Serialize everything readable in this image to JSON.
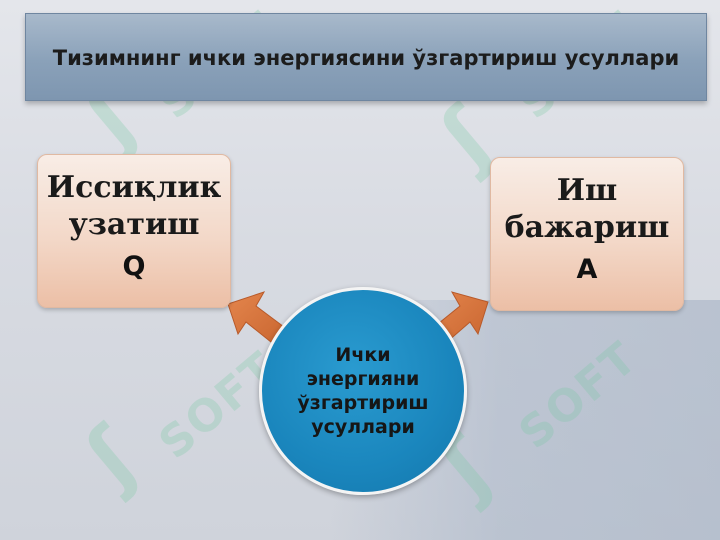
{
  "title": "Тизимнинг ички энергиясини ўзгартириш усуллари",
  "left_box": {
    "label": "Иссиқлик узатиш",
    "symbol": "Q"
  },
  "right_box": {
    "label": "Иш бажариш",
    "symbol": "A"
  },
  "center": {
    "label": "Ички энергияни ўзгартириш усуллари"
  },
  "watermark": {
    "mark": "ʃ",
    "text": "SOFT"
  },
  "colors": {
    "title_bar": "#8aa1b9",
    "box_fill": "#f3d8c8",
    "arrow_fill": "#d6733c",
    "circle_fill": "#1a86bd",
    "watermark": "#78c8a0"
  }
}
